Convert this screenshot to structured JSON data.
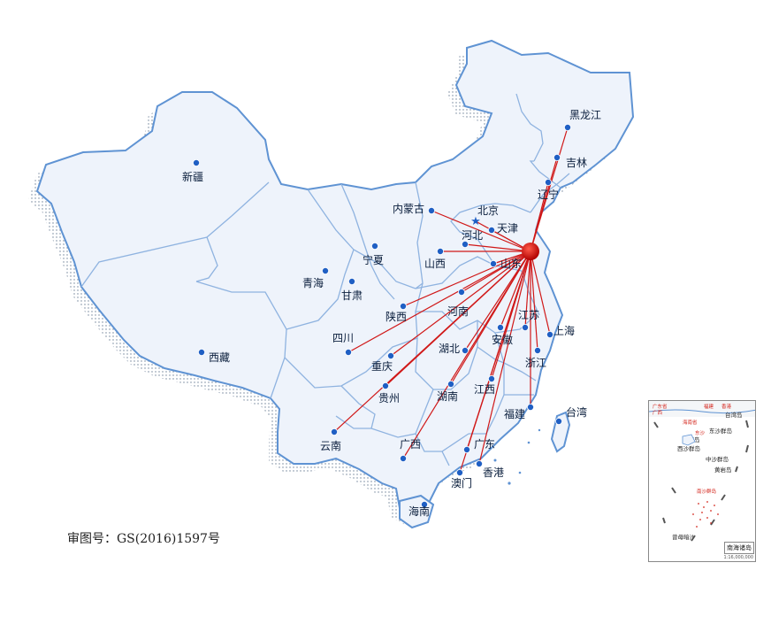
{
  "hub": {
    "name": "hub",
    "color": "#d40d0d"
  },
  "line_color": "#d01818",
  "marker_color": "#1f5fc4",
  "land_color": "#eef3fb",
  "border_color": "#5f93d3",
  "provinces": [
    {
      "name": "黑龙江",
      "connected": true
    },
    {
      "name": "吉林",
      "connected": true
    },
    {
      "name": "辽宁",
      "connected": true
    },
    {
      "name": "内蒙古",
      "connected": true
    },
    {
      "name": "北京",
      "connected": true,
      "capital": true
    },
    {
      "name": "天津",
      "connected": true
    },
    {
      "name": "河北",
      "connected": true
    },
    {
      "name": "山西",
      "connected": true
    },
    {
      "name": "山东",
      "connected": true
    },
    {
      "name": "新疆",
      "connected": false
    },
    {
      "name": "宁夏",
      "connected": false
    },
    {
      "name": "青海",
      "connected": false
    },
    {
      "name": "甘肃",
      "connected": false
    },
    {
      "name": "陕西",
      "connected": true
    },
    {
      "name": "河南",
      "connected": true
    },
    {
      "name": "江苏",
      "connected": true
    },
    {
      "name": "上海",
      "connected": true
    },
    {
      "name": "四川",
      "connected": true
    },
    {
      "name": "安徽",
      "connected": true
    },
    {
      "name": "湖北",
      "connected": true
    },
    {
      "name": "西藏",
      "connected": false
    },
    {
      "name": "重庆",
      "connected": true
    },
    {
      "name": "浙江",
      "connected": true
    },
    {
      "name": "贵州",
      "connected": true
    },
    {
      "name": "江西",
      "connected": true
    },
    {
      "name": "湖南",
      "connected": true
    },
    {
      "name": "福建",
      "connected": true
    },
    {
      "name": "台湾",
      "connected": false
    },
    {
      "name": "云南",
      "connected": true
    },
    {
      "name": "广西",
      "connected": true
    },
    {
      "name": "广东",
      "connected": true
    },
    {
      "name": "香港",
      "connected": true
    },
    {
      "name": "澳门",
      "connected": true
    },
    {
      "name": "海南",
      "connected": false
    }
  ],
  "approval_number": "审图号：GS(2016)1597号",
  "inset": {
    "title": "南海诸岛",
    "scale": "1:16,000,000",
    "labels": [
      "台湾岛",
      "东沙群岛",
      "海南岛",
      "西沙群岛",
      "中沙群岛",
      "黄岩岛",
      "南沙群岛",
      "曾母暗沙"
    ],
    "red_labels": [
      "广东省",
      "广西",
      "海南省",
      "福建",
      "东沙",
      "香港"
    ]
  }
}
